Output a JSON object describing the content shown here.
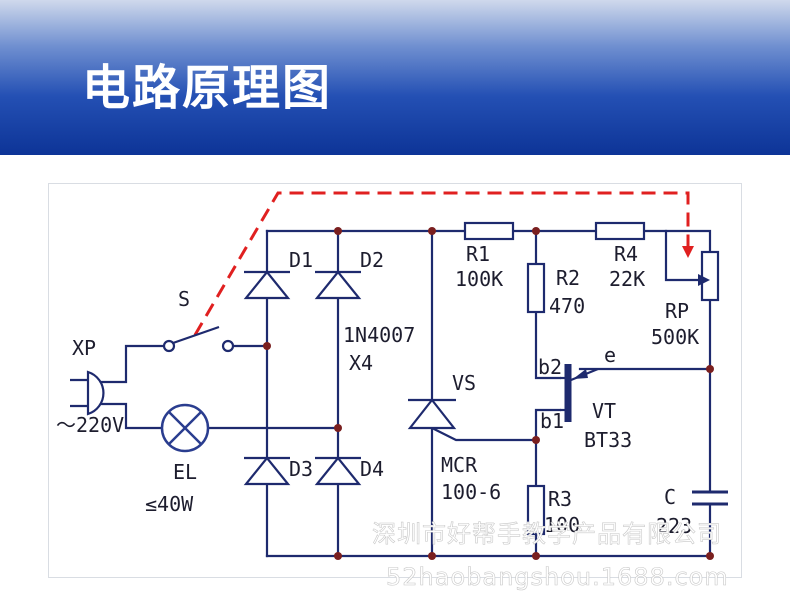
{
  "page": {
    "title": "电路原理图"
  },
  "diagram": {
    "labels": {
      "xp": "XP",
      "s": "S",
      "voltage": "～220V",
      "el": "EL",
      "el_power": "≤40W",
      "d1": "D1",
      "d2": "D2",
      "d3": "D3",
      "d4": "D4",
      "diode_type": "1N4007",
      "diode_qty": "X4",
      "vs": "VS",
      "mcr": "MCR",
      "mcr_value": "100-6",
      "r1": "R1",
      "r1_value": "100K",
      "r2": "R2",
      "r2_value": "470",
      "r3": "R3",
      "r3_value": "100",
      "r4": "R4",
      "r4_value": "22K",
      "rp": "RP",
      "rp_value": "500K",
      "b2": "b2",
      "b1": "b1",
      "e": "e",
      "vt": "VT",
      "vt_type": "BT33",
      "c": "C",
      "c_value": "223"
    },
    "colors": {
      "wire": "#1e2a6e",
      "node": "#7a1f1f",
      "dashed_link": "#e02020",
      "lamp": "#2a3d8f"
    }
  },
  "watermark": {
    "line1": "深圳市好帮手教学产品有限公司",
    "line2": "52haobangshou.1688.com"
  }
}
